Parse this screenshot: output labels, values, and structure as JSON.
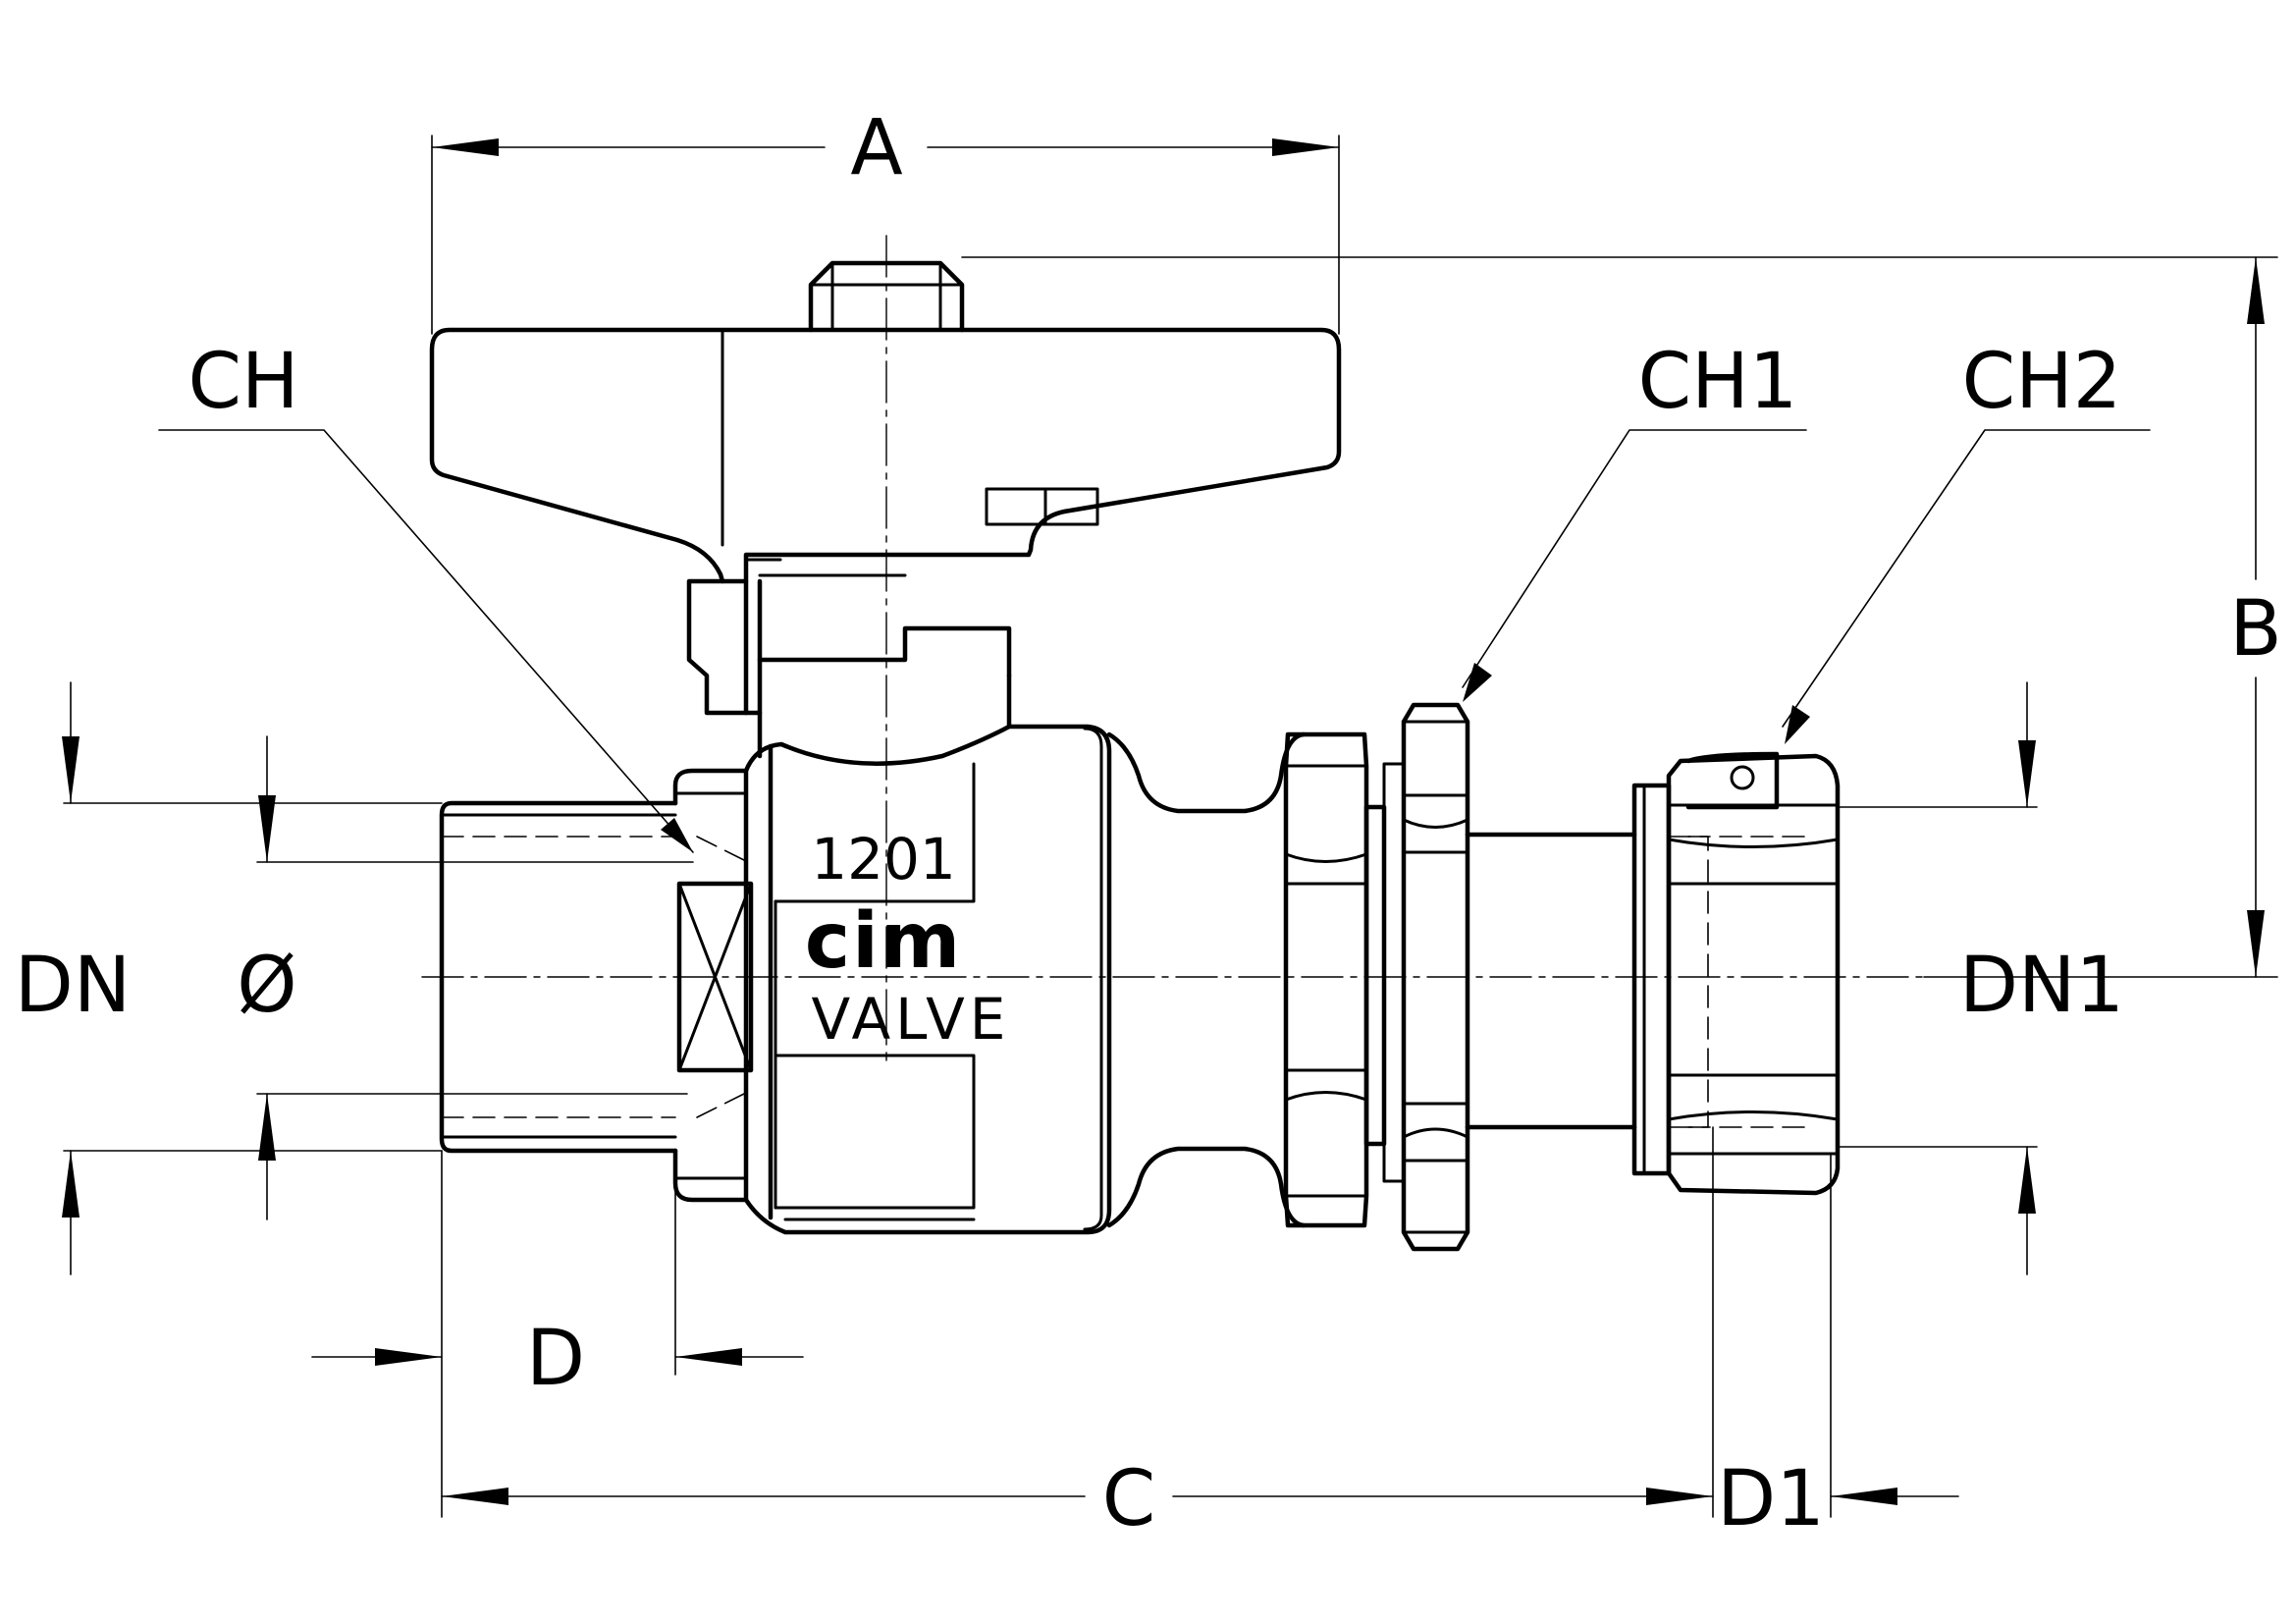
{
  "labels": {
    "a": "A",
    "b": "B",
    "c": "C",
    "d": "D",
    "d1": "D1",
    "dn": "DN",
    "dn1": "DN1",
    "phi": "Ø",
    "ch": "CH",
    "ch1": "CH1",
    "ch2": "CH2"
  },
  "body_marking": {
    "model": "1201",
    "brand": "cim",
    "word": "VALVE"
  },
  "icons": [
    "flow-direction-triangles-icon"
  ]
}
